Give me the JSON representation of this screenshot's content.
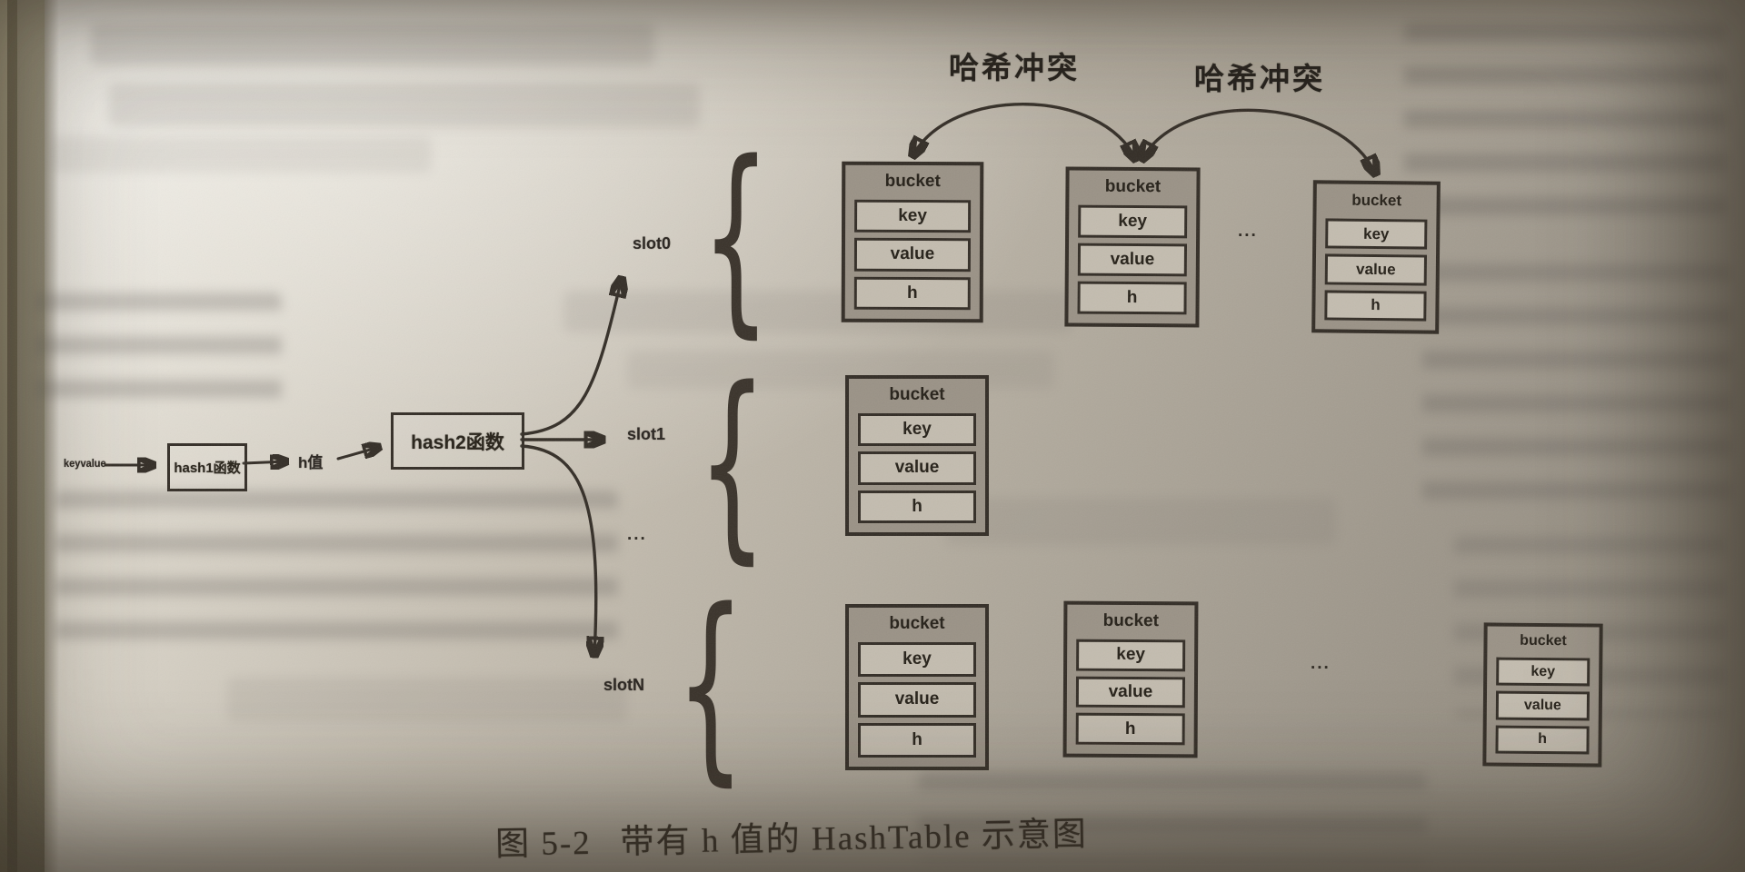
{
  "figure": {
    "caption": {
      "number": "图 5-2",
      "title": "带有 h 值的 HashTable 示意图"
    }
  },
  "flow": {
    "input_label": "keyvalue",
    "hash1_box": "hash1函数",
    "h_value_label": "h值",
    "hash2_box": "hash2函数"
  },
  "collision": {
    "label_left": "哈希冲突",
    "label_right": "哈希冲突"
  },
  "slots": {
    "slot0_label": "slot0",
    "slot1_label": "slot1",
    "between_slots_ellipsis": "...",
    "slotN_label": "slotN"
  },
  "bucket": {
    "title": "bucket",
    "fields": [
      "key",
      "value",
      "h"
    ]
  },
  "ellipsis": {
    "row_slot0": "...",
    "row_slotN": "..."
  },
  "decoration": {
    "brace": "{"
  },
  "colors": {
    "ink": "#332d26",
    "bucket_fill": "#9a9286",
    "cell_fill": "#c3bcaf",
    "paper_light": "#efede8",
    "paper_dark": "#8c8578"
  }
}
